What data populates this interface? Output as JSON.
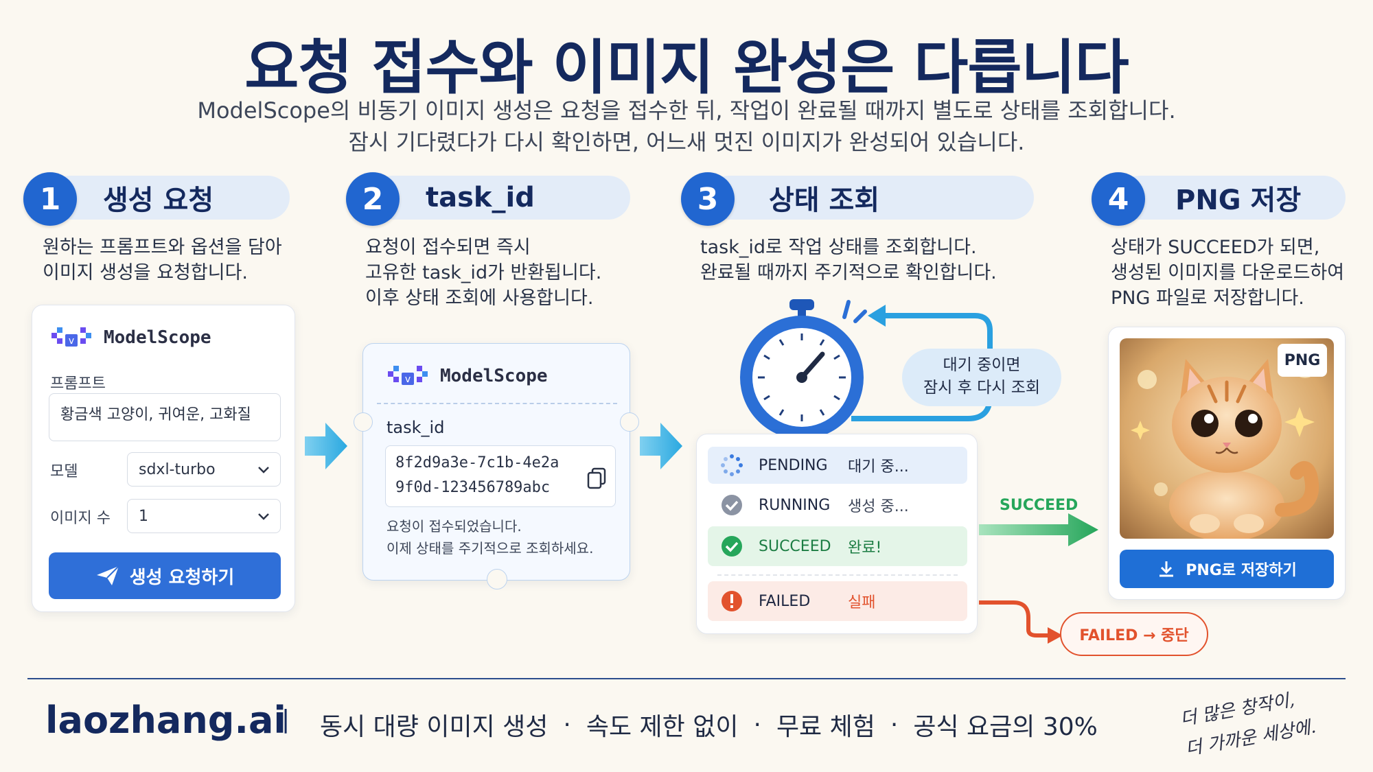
{
  "title": "요청 접수와 이미지 완성은 다릅니다",
  "subtitle_lines": [
    "ModelScope의 비동기 이미지 생성은 요청을 접수한 뒤, 작업이 완료될 때까지 별도로 상태를 조회합니다.",
    "잠시 기다렸다가 다시 확인하면, 어느새 멋진 이미지가 완성되어 있습니다."
  ],
  "colors": {
    "primary": "#2166d0",
    "title": "#14295e",
    "success": "#26a65b",
    "failed": "#e2522d",
    "background": "#fbf8f1"
  },
  "steps": [
    {
      "num": "1",
      "label": "생성 요청",
      "desc": "원하는 프롬프트와 옵션을 담아\n이미지 생성을 요청합니다."
    },
    {
      "num": "2",
      "label": "task_id",
      "desc": "요청이 접수되면 즉시\n고유한 task_id가 반환됩니다.\n이후 상태 조회에 사용합니다."
    },
    {
      "num": "3",
      "label": "상태 조회",
      "desc": "task_id로 작업 상태를 조회합니다.\n완료될 때까지 주기적으로 확인합니다."
    },
    {
      "num": "4",
      "label": "PNG 저장",
      "desc": "상태가 SUCCEED가 되면,\n생성된 이미지를 다운로드하여\nPNG 파일로 저장합니다."
    }
  ],
  "request_card": {
    "brand": "ModelScope",
    "prompt_label": "프롬프트",
    "prompt_value": "황금색 고양이, 귀여운, 고화질",
    "model_label": "모델",
    "model_value": "sdxl-turbo",
    "count_label": "이미지 수",
    "count_value": "1",
    "button_label": "생성 요청하기"
  },
  "task_card": {
    "brand": "ModelScope",
    "task_label": "task_id",
    "task_id_line1": "8f2d9a3e-7c1b-4e2a",
    "task_id_line2": "9f0d-123456789abc",
    "message_line1": "요청이 접수되었습니다.",
    "message_line2": "이제 상태를 주기적으로 조회하세요."
  },
  "status_panel": {
    "retry_note_line1": "대기 중이면",
    "retry_note_line2": "잠시 후 다시 조회",
    "statuses": [
      {
        "code": "PENDING",
        "text": "대기 중..."
      },
      {
        "code": "RUNNING",
        "text": "생성 중..."
      },
      {
        "code": "SUCCEED",
        "text": "완료!"
      },
      {
        "code": "FAILED",
        "text": "실패"
      }
    ],
    "succeed_arrow_label": "SUCCEED",
    "failed_badge": "FAILED → 중단"
  },
  "png_card": {
    "badge": "PNG",
    "button_label": "PNG로 저장하기"
  },
  "footer": {
    "brand": "laozhang.ai",
    "separator": "|",
    "features": [
      "동시 대량 이미지 생성",
      "속도 제한 없이",
      "무료 체험",
      "공식 요금의 30%"
    ],
    "dot": "·",
    "handwriting_line1": "더 많은 창작이,",
    "handwriting_line2": "더 가까운 세상에."
  }
}
